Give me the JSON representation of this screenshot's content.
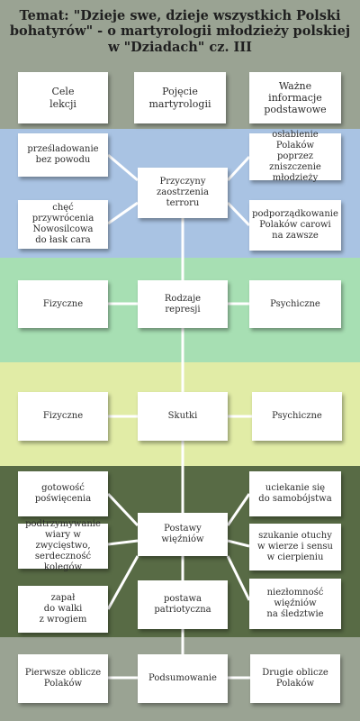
{
  "title": "Temat: \"Dzieje swe, dzieje wszystkich Polski\nbohatyrów\"  - o martyrologii młodzieży polskiej\nw \"Dziadach\" cz. III",
  "colors": {
    "header_band": "#9aa393",
    "goals_band": "#9aa393",
    "causes_band": "#a9c3e3",
    "repressions_band": "#a7dfb3",
    "effects_band": "#e1eca6",
    "attitudes_band": "#586b45",
    "summary_band": "#9aa393",
    "connector": "#ffffff",
    "box": "#ffffff"
  },
  "intro": {
    "goals": "Cele\nlekcji",
    "martyrology": "Pojęcie\nmartyrologii",
    "important_info": "Ważne\ninformacje\npodstawowe"
  },
  "causes": {
    "center": "Przyczyny\nzaostrzenia\nterroru",
    "left_top": "prześladowanie\nbez powodu",
    "left_bottom": "chęć przywrócenia\nNowosilcowa\ndo łask cara",
    "right_top": "osłabienie Polaków\npoprzez zniszczenie\nmłodzieży",
    "right_bottom": "podporządkowanie\nPolaków carowi\nna zawsze"
  },
  "repressions": {
    "center": "Rodzaje\nrepresji",
    "left": "Fizyczne",
    "right": "Psychiczne"
  },
  "effects": {
    "center": "Skutki",
    "left": "Fizyczne",
    "right": "Psychiczne"
  },
  "attitudes": {
    "center": "Postawy\nwięźniów",
    "left_top": "gotowość\npoświęcenia",
    "left_mid": "podtrzymywanie\nwiary w zwycięstwo,\nserdeczność kolegów",
    "left_bottom": "zapał\ndo walki\nz wrogiem",
    "right_top": "uciekanie się\ndo samobójstwa",
    "right_mid": "szukanie otuchy\nw wierze i sensu\nw cierpieniu",
    "right_bottom": "niezłomność\nwięźniów\nna śledztwie",
    "patriotic": "postawa\npatriotyczna"
  },
  "summary": {
    "center": "Podsumowanie",
    "left": "Pierwsze oblicze\nPolaków",
    "right": "Drugie oblicze\nPolaków"
  }
}
